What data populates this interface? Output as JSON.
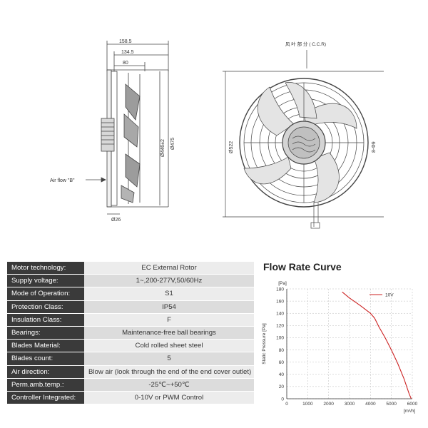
{
  "drawing": {
    "dims": {
      "d158": "158.5",
      "d134": "134.5",
      "d80": "80",
      "d446": "Ø446±2",
      "d475": "Ø475",
      "d26": "Ø26",
      "d522": "Ø522",
      "d8": "8-Φ9",
      "note": "风 叶 部 分 ( C.C.R)"
    },
    "airflow_label": "Air flow \"B\""
  },
  "specs": [
    {
      "label": "Motor technology:",
      "value": "EC External Rotor"
    },
    {
      "label": "Supply voltage:",
      "value": "1~,200-277V,50/60Hz"
    },
    {
      "label": "Mode of Operation:",
      "value": "S1"
    },
    {
      "label": "Protection Class:",
      "value": "IP54"
    },
    {
      "label": "Insulation Class:",
      "value": "F"
    },
    {
      "label": "Bearings:",
      "value": "Maintenance-free ball bearings"
    },
    {
      "label": "Blades Material:",
      "value": "Cold rolled sheet steel"
    },
    {
      "label": "Blades count:",
      "value": "5"
    },
    {
      "label": "Air direction:",
      "value": "Blow air (look through the end of the end cover outlet)"
    },
    {
      "label": "Perm.amb.temp.:",
      "value": "-25℃~+50℃"
    },
    {
      "label": "Controller Integrated:",
      "value": "0-10V or PWM Control"
    }
  ],
  "chart_data": {
    "type": "line",
    "title": "Flow Rate Curve",
    "xlabel": "[m³/h]",
    "ylabel": "Static Pressure [Pa]",
    "yunit": "[Pa]",
    "xlim": [
      0,
      6000
    ],
    "ylim": [
      0,
      180
    ],
    "xticks": [
      0,
      1000,
      2000,
      3000,
      4000,
      5000,
      6000
    ],
    "yticks": [
      0,
      20,
      40,
      60,
      80,
      100,
      120,
      140,
      160,
      180
    ],
    "grid": true,
    "legend": "top-right",
    "series": [
      {
        "name": "10V",
        "color": "#cc2222",
        "x": [
          2650,
          3000,
          3500,
          4000,
          4200,
          4400,
          4700,
          5000,
          5300,
          5600,
          5850,
          5950
        ],
        "y": [
          175,
          165,
          153,
          140,
          132,
          118,
          100,
          80,
          58,
          33,
          8,
          0
        ]
      }
    ]
  }
}
